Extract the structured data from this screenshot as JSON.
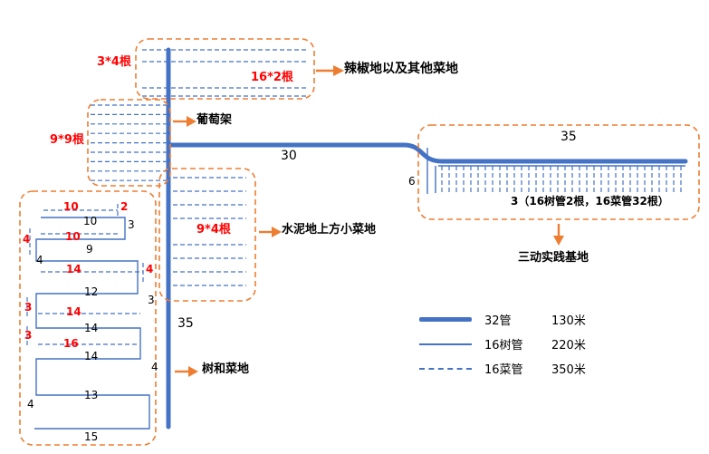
{
  "colors": {
    "pipe_blue": "#4472C4",
    "region_orange": "#ED7D31",
    "annotation_red": "#FF0000",
    "text_black": "#000000"
  },
  "regions": {
    "pepper": {
      "count_outer": "3*4根",
      "count_inner": "16*2根",
      "target": "辣椒地以及其他菜地"
    },
    "grape": {
      "count": "9*9根",
      "target": "葡萄架"
    },
    "cement": {
      "count": "9*4根",
      "target": "水泥地上方小菜地"
    },
    "tree": {
      "target": "树和菜地"
    },
    "base": {
      "drop_len": "6",
      "detail": "3（16树管2根，16菜管32根）",
      "target": "三动实践基地",
      "pipe_len": "35"
    }
  },
  "pipes": {
    "main_horizontal_len": "30",
    "main_vertical_len": "35"
  },
  "left_plot": {
    "black_numbers": [
      {
        "v": "10"
      },
      {
        "v": "3"
      },
      {
        "v": "9"
      },
      {
        "v": "4"
      },
      {
        "v": "12"
      },
      {
        "v": "3"
      },
      {
        "v": "14"
      },
      {
        "v": "14"
      },
      {
        "v": "4"
      },
      {
        "v": "13"
      },
      {
        "v": "4"
      },
      {
        "v": "15"
      }
    ],
    "red_numbers": [
      {
        "v": "10"
      },
      {
        "v": "2"
      },
      {
        "v": "4"
      },
      {
        "v": "10"
      },
      {
        "v": "14"
      },
      {
        "v": "4"
      },
      {
        "v": "3"
      },
      {
        "v": "14"
      },
      {
        "v": "3"
      },
      {
        "v": "16"
      }
    ]
  },
  "legend": {
    "items": [
      {
        "label": "32管",
        "value": "130米"
      },
      {
        "label": "16树管",
        "value": "220米"
      },
      {
        "label": "16菜管",
        "value": "350米"
      }
    ]
  }
}
